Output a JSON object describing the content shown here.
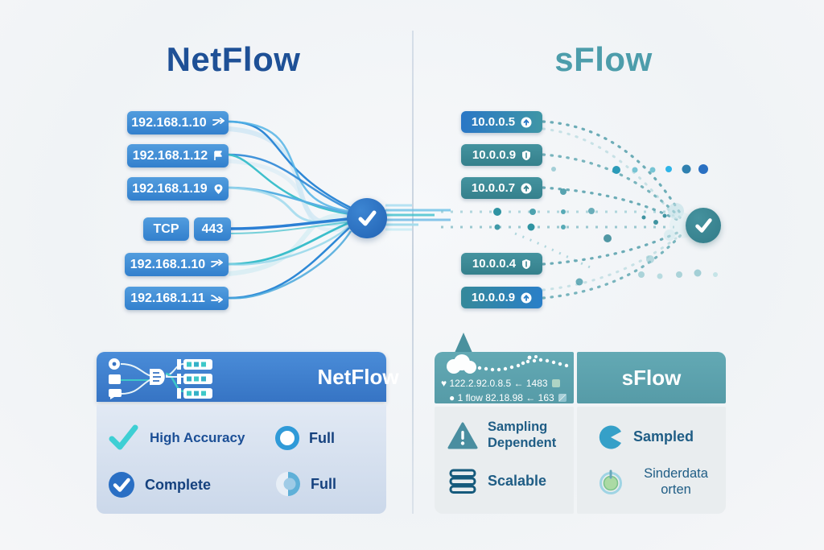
{
  "left": {
    "title": "NetFlow",
    "nodes": [
      {
        "label": "192.168.1.10",
        "icon": "merge-arrows-icon"
      },
      {
        "label": "192.168.1.12",
        "icon": "flag-icon"
      },
      {
        "label": "192.168.1.19",
        "icon": "pin-icon"
      },
      {
        "label": "TCP"
      },
      {
        "label": "443"
      },
      {
        "label": "192.168.1.10",
        "icon": "merge-arrows-icon"
      },
      {
        "label": "192.168.1.11",
        "icon": "merge-arrows-icon"
      }
    ],
    "card": {
      "header": "NetFlow",
      "features": [
        {
          "icon": "check-teal",
          "label": "High Accuracy"
        },
        {
          "icon": "ring",
          "label": "Full"
        },
        {
          "icon": "check-circle-blue",
          "label": "Complete"
        },
        {
          "icon": "half-circle",
          "label": "Full"
        }
      ]
    }
  },
  "right": {
    "title": "sFlow",
    "nodes": [
      {
        "label": "10.0.0.5",
        "icon": "arrow-up-circle-icon"
      },
      {
        "label": "10.0.0.9",
        "icon": "shield-icon"
      },
      {
        "label": "10.0.0.7",
        "icon": "arrow-up-circle-icon"
      },
      {
        "label": "10.0.0.4",
        "icon": "shield-icon"
      },
      {
        "label": "10.0.0.9",
        "icon": "arrow-up-circle-icon"
      }
    ],
    "card": {
      "header": "sFlow",
      "sample_lines": [
        "♥ 122.2.92.0.8.5 ← 1483",
        "● 1 flow 82.18.98 ← 163"
      ],
      "features": [
        {
          "icon": "warning-triangle",
          "label": "Sampling Dependent"
        },
        {
          "icon": "pie-sampled",
          "label": "Sampled"
        },
        {
          "icon": "stack",
          "label": "Scalable"
        },
        {
          "icon": "glow-circle",
          "label": "Sinderdata orten"
        }
      ]
    }
  },
  "colors": {
    "netflow_accent": "#1e5096",
    "sflow_accent": "#4d9dab",
    "node_blue": "#3d8fd6",
    "node_teal": "#3c8995",
    "hub_blue": "#2a6fc0",
    "hub_teal": "#3a8793"
  }
}
